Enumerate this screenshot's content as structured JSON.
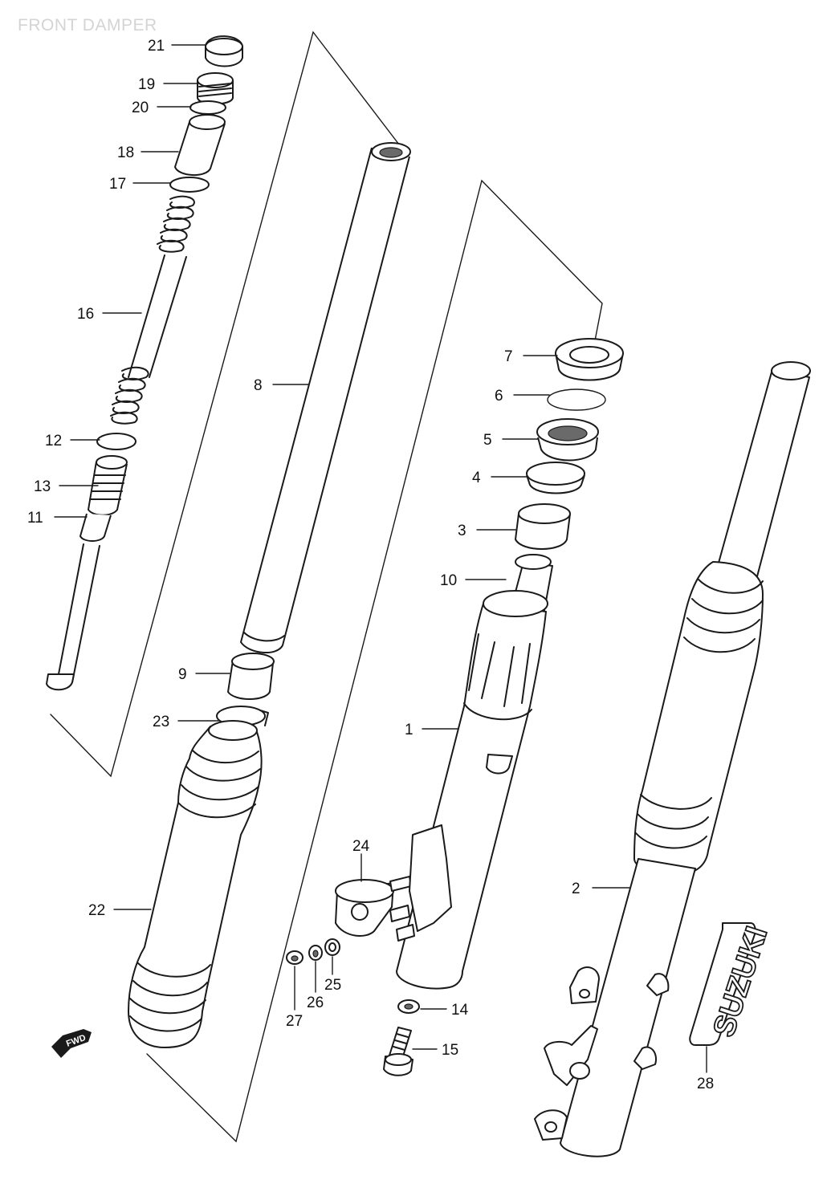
{
  "title": "FRONT DAMPER",
  "direction_marker": "FWD",
  "emblem_text": "SUZUKI",
  "callouts": [
    {
      "id": "21",
      "text": "21"
    },
    {
      "id": "19",
      "text": "19"
    },
    {
      "id": "20",
      "text": "20"
    },
    {
      "id": "18",
      "text": "18"
    },
    {
      "id": "17",
      "text": "17"
    },
    {
      "id": "16",
      "text": "16"
    },
    {
      "id": "12",
      "text": "12"
    },
    {
      "id": "13",
      "text": "13"
    },
    {
      "id": "11",
      "text": "11"
    },
    {
      "id": "8",
      "text": "8"
    },
    {
      "id": "9",
      "text": "9"
    },
    {
      "id": "23",
      "text": "23"
    },
    {
      "id": "22",
      "text": "22"
    },
    {
      "id": "7",
      "text": "7"
    },
    {
      "id": "6",
      "text": "6"
    },
    {
      "id": "5",
      "text": "5"
    },
    {
      "id": "4",
      "text": "4"
    },
    {
      "id": "3",
      "text": "3"
    },
    {
      "id": "10",
      "text": "10"
    },
    {
      "id": "1",
      "text": "1"
    },
    {
      "id": "24",
      "text": "24"
    },
    {
      "id": "2",
      "text": "2"
    },
    {
      "id": "27",
      "text": "27"
    },
    {
      "id": "26",
      "text": "26"
    },
    {
      "id": "25",
      "text": "25"
    },
    {
      "id": "14",
      "text": "14"
    },
    {
      "id": "15",
      "text": "15"
    },
    {
      "id": "28",
      "text": "28"
    }
  ]
}
